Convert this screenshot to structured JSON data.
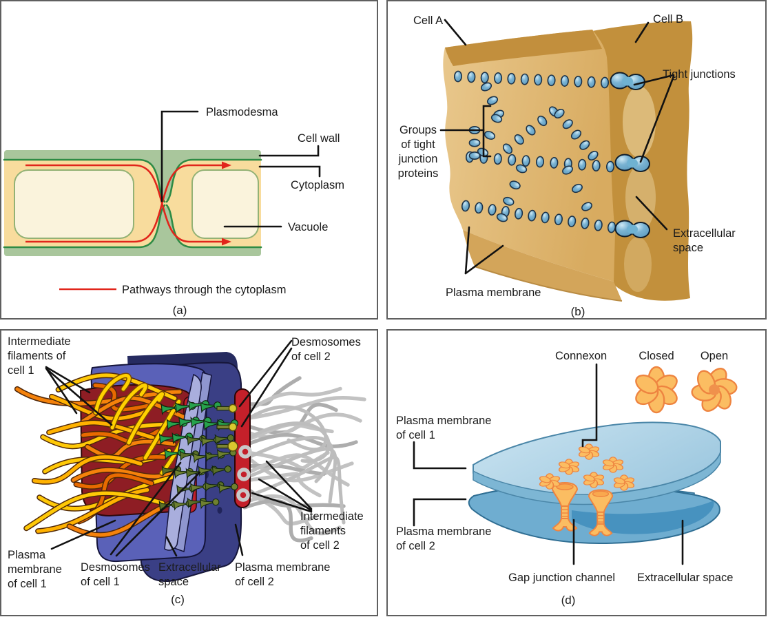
{
  "figure": {
    "description": "Four-panel biology diagram of cell junctions",
    "panels": {
      "a": {
        "letter": "(a)",
        "labels": {
          "plasmodesma": "Plasmodesma",
          "cell_wall": "Cell wall",
          "cytoplasm": "Cytoplasm",
          "vacuole": "Vacuole"
        },
        "legend": "Pathways through the cytoplasm"
      },
      "b": {
        "letter": "(b)",
        "labels": {
          "cell_a": "Cell A",
          "cell_b": "Cell B",
          "tight_junctions": "Tight junctions",
          "groups": "Groups\nof tight\njunction\nproteins",
          "extracellular": "Extracellular\nspace",
          "plasma_membrane": "Plasma membrane"
        }
      },
      "c": {
        "letter": "(c)",
        "labels": {
          "if1": "Intermediate\nfilaments of\ncell 1",
          "desmosomes2": "Desmosomes\nof cell 2",
          "pm1": "Plasma\nmembrane\nof cell 1",
          "desmosomes1": "Desmosomes\nof cell 1",
          "extracellular": "Extracellular\nspace",
          "pm2": "Plasma membrane\nof cell 2",
          "if2": "Intermediate\nfilaments\nof cell 2"
        }
      },
      "d": {
        "letter": "(d)",
        "labels": {
          "connexon": "Connexon",
          "closed": "Closed",
          "open": "Open",
          "pm1": "Plasma membrane\nof cell 1",
          "pm2": "Plasma membrane\nof cell 2",
          "gap_channel": "Gap junction channel",
          "extracellular": "Extracellular space"
        }
      }
    },
    "colors": {
      "cell_wall_green": "#a9c69c",
      "wall_line_green": "#2e8b45",
      "cytoplasm_tan": "#f8dc9d",
      "vacuole_cream": "#faf3dc",
      "pathway_red": "#e1251b",
      "membrane_tan": "#ddb678",
      "membrane_tan_dark": "#c2903c",
      "junction_blue": "#7ab3d3",
      "membrane_blue_violet": "#5a61b8",
      "membrane_navy": "#3a3f85",
      "desmosome_red": "#c4202a",
      "plaque_maroon": "#8e1d24",
      "filament_orange": "#f5820b",
      "filament_yellow": "#ffc907",
      "filament_gray": "#c2c2c2",
      "pin_green": "#27a24d",
      "pin_olive": "#6f8030",
      "gap_membrane_blue": "#a3cade",
      "connexon_orange": "#fbbd62",
      "connexon_stroke": "#ee8440"
    }
  }
}
